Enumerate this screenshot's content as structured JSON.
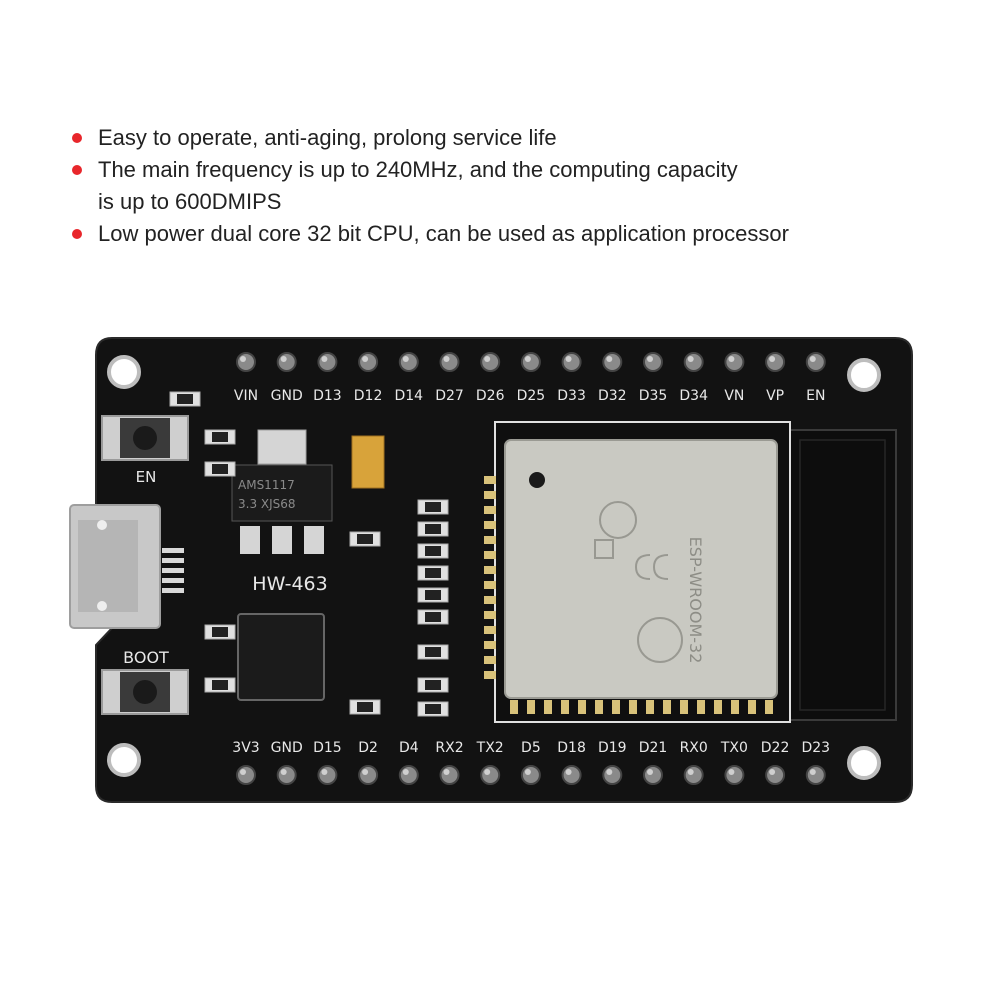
{
  "features": [
    {
      "lines": [
        "Easy to operate, anti-aging, prolong service life"
      ]
    },
    {
      "lines": [
        "The main frequency is up to 240MHz, and the computing capacity",
        "is up to 600DMIPS"
      ]
    },
    {
      "lines": [
        "Low power dual core 32 bit CPU, can be used as application processor"
      ]
    }
  ],
  "board": {
    "model": "HW-463",
    "regulator_line1": "AMS1117",
    "regulator_line2": "3.3 XJS68",
    "button_en": "EN",
    "button_boot": "BOOT",
    "top_pins": [
      "VIN",
      "GND",
      "D13",
      "D12",
      "D14",
      "D27",
      "D26",
      "D25",
      "D33",
      "D32",
      "D35",
      "D34",
      "VN",
      "VP",
      "EN"
    ],
    "bottom_pins": [
      "3V3",
      "GND",
      "D15",
      "D2",
      "D4",
      "RX2",
      "TX2",
      "D5",
      "D18",
      "D19",
      "D21",
      "RX0",
      "TX0",
      "D22",
      "D23"
    ],
    "module_name": "ESP-WROOM-32"
  },
  "colors": {
    "bullet": "#e8262b",
    "pcb": "#111111",
    "silkscreen": "#e8e8e8",
    "shield": "#c9c9c2",
    "pin": "#8a8a8a"
  }
}
